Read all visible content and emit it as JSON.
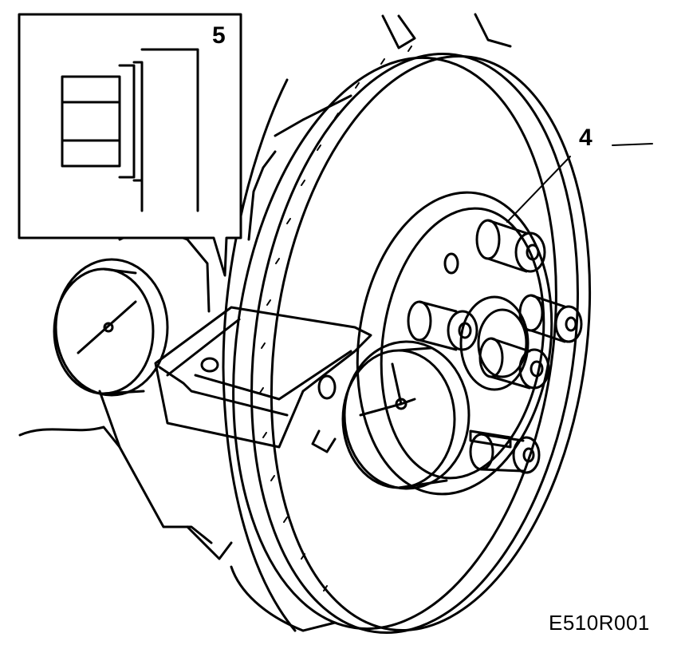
{
  "figure": {
    "callouts": {
      "inset_number": "5",
      "wheel_bolt_number": "4"
    },
    "figure_code": "E510R001"
  },
  "colors": {
    "ink": "#000000",
    "paper": "#ffffff"
  }
}
